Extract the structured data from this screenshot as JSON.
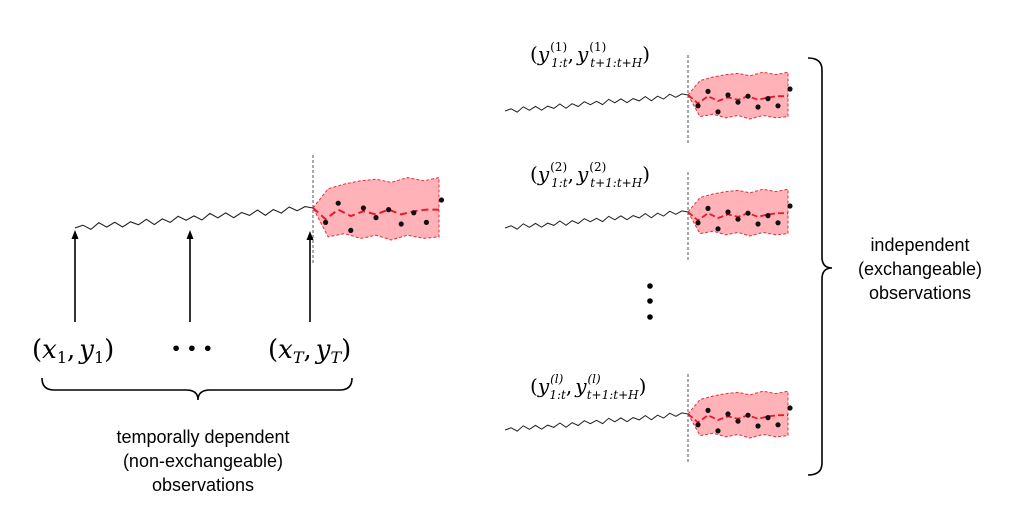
{
  "colors": {
    "series_line": "#222222",
    "forecast_mean": "#e8192c",
    "band_fill": "#ffb3b8",
    "band_edge": "#ee2a36",
    "points": "#111111",
    "divider": "#555555"
  },
  "left_panel": {
    "input_labels": {
      "first": {
        "open": "(",
        "x": "x",
        "x_sub": "1",
        "comma": ",",
        "y": "y",
        "y_sub": "1",
        "close": ")"
      },
      "ellipsis": "• • •",
      "last": {
        "open": "(",
        "x": "x",
        "x_sub": "T",
        "comma": ",",
        "y": "y",
        "y_sub": "T",
        "close": ")"
      }
    },
    "caption": {
      "line1": "temporally dependent",
      "line2": "(non-exchangeable)",
      "line3": "observations"
    }
  },
  "right_panel": {
    "rows": [
      {
        "open": "(",
        "y": "y",
        "sup1": "(1)",
        "sub1": "1:t",
        "comma": ",",
        "sup2": "(1)",
        "sub2": "t+1:t+H",
        "close": ")"
      },
      {
        "open": "(",
        "y": "y",
        "sup1": "(2)",
        "sub1": "1:t",
        "comma": ",",
        "sup2": "(2)",
        "sub2": "t+1:t+H",
        "close": ")"
      },
      {
        "open": "(",
        "y": "y",
        "sup1": "(l)",
        "sub1": "1:t",
        "comma": ",",
        "sup2": "(l)",
        "sub2": "t+1:t+H",
        "close": ")"
      }
    ],
    "caption": {
      "line1": "independent",
      "line2": "(exchangeable)",
      "line3": "observations"
    }
  }
}
